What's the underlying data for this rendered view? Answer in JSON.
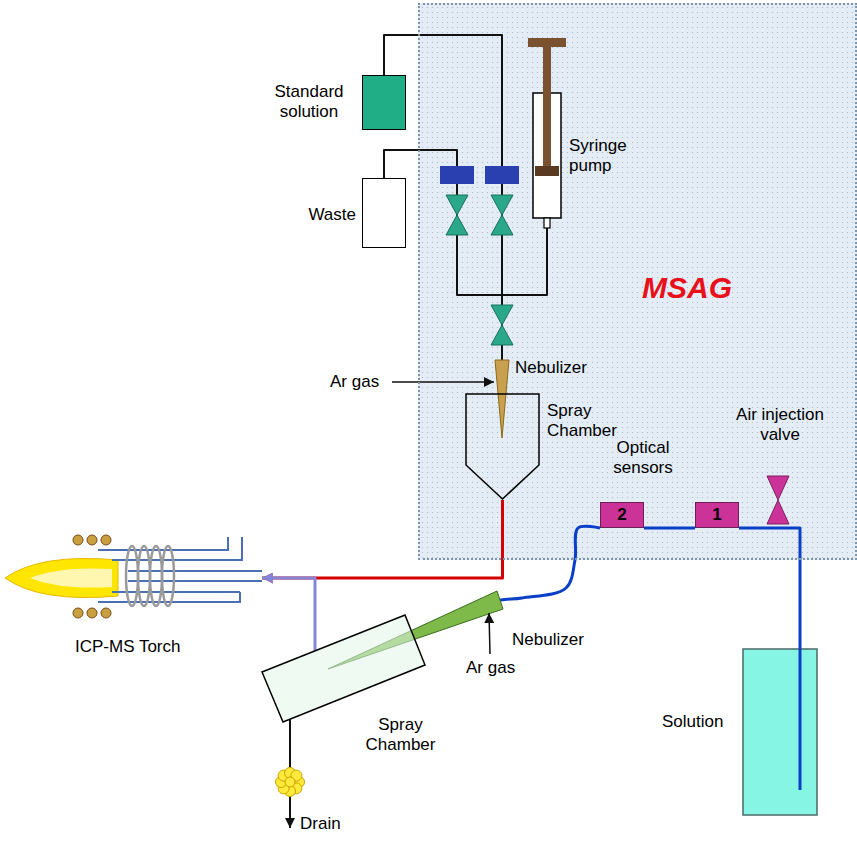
{
  "diagram": {
    "nodes": [
      {
        "text": [
          "MSAG"
        ]
      },
      {
        "text": [
          "Standard solution"
        ],
        "in": 0
      },
      {
        "text": [
          "Waste"
        ],
        "in": 0
      },
      {
        "text": [
          "Syringe pump"
        ],
        "in": 0
      },
      {
        "text": [
          "Spray Chamber"
        ],
        "in": 0
      },
      {
        "text": [
          "2"
        ],
        "in": 0
      },
      {
        "text": [
          "1"
        ],
        "in": 0
      },
      {
        "text": [
          "Solution"
        ]
      },
      {
        "text": [
          "Spray Chamber"
        ]
      },
      {
        "text": [
          "ICP-MS Torch"
        ]
      }
    ],
    "edges": [
      {
        "from": 1,
        "to": 4,
        "arrow": "none"
      },
      {
        "from": 2,
        "to": 4,
        "arrow": "none"
      },
      {
        "from": 3,
        "to": 4,
        "arrow": "none"
      },
      {
        "from": 4,
        "to": 9,
        "arrow": "to"
      },
      {
        "from": 8,
        "to": 9,
        "arrow": "to"
      },
      {
        "from": 7,
        "to": 6,
        "arrow": "none"
      },
      {
        "from": 6,
        "to": 5,
        "arrow": "none"
      },
      {
        "from": 5,
        "to": 8,
        "arrow": "none"
      }
    ],
    "labels": [
      "Nebulizer",
      "Ar gas",
      "Optical sensors",
      "Air injection valve",
      "Nebulizer",
      "Ar gas",
      "Drain"
    ]
  }
}
